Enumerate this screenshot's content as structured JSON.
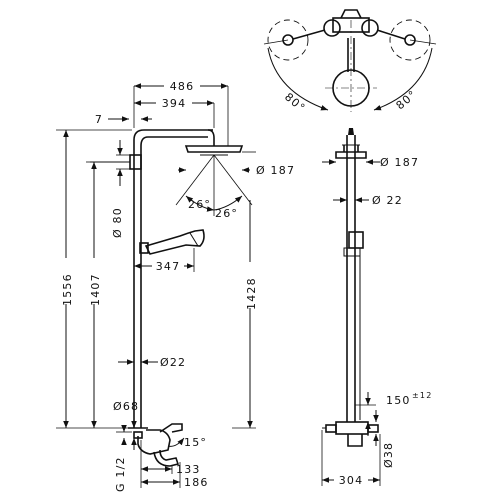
{
  "drawing": {
    "dimensions": {
      "d486": "486",
      "d394": "394",
      "d7": "7",
      "d187a": "Ø 187",
      "d187b": "Ø 187",
      "d80": "Ø 80",
      "d26a": "26°",
      "d26b": "26°",
      "d22a": "Ø 22",
      "d22b": "Ø22",
      "d347": "347",
      "d1556": "1556",
      "d1407": "1407",
      "d1428": "1428",
      "d68": "Ø68",
      "d15": "15°",
      "dG12": "G 1/2",
      "d133": "133",
      "d186": "186",
      "d150": "150",
      "d150tol": "±12",
      "d38": "Ø38",
      "d304": "304",
      "d80l": "80°",
      "d80r": "80°"
    }
  }
}
